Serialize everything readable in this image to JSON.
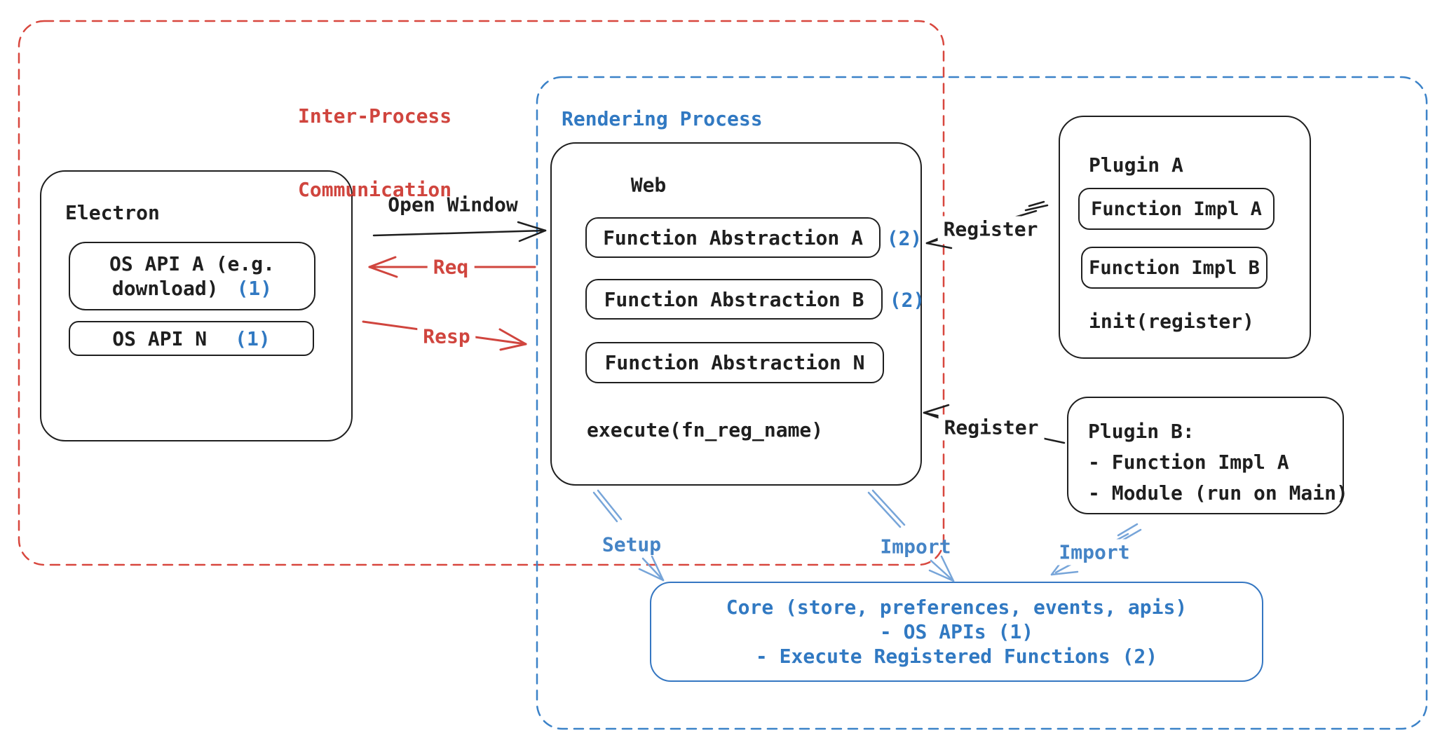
{
  "canvas": {
    "bg": "#ffffff"
  },
  "colors": {
    "red": "#d0453e",
    "blue": "#3179c2",
    "blue_light": "#77a5d9",
    "ink": "#1f1f1f"
  },
  "zones": {
    "ipc": {
      "label_line1": "Inter-Process",
      "label_line2": "Communication"
    },
    "rendering": {
      "label": "Rendering Process"
    }
  },
  "electron": {
    "title": "Electron",
    "os_api_a": {
      "line1": "OS API A (e.g.",
      "line2": "download)",
      "badge": "(1)"
    },
    "os_api_n": {
      "label": "OS API N",
      "badge": "(1)"
    }
  },
  "web": {
    "title": "Web",
    "abstractions": [
      {
        "label": "Function Abstraction A",
        "badge": "(2)"
      },
      {
        "label": "Function Abstraction B",
        "badge": "(2)"
      },
      {
        "label": "Function Abstraction N",
        "badge": ""
      }
    ],
    "execute_label": "execute(fn_reg_name)"
  },
  "plugin_a": {
    "title": "Plugin A",
    "impl_a": "Function Impl A",
    "impl_b": "Function Impl B",
    "init_label": "init(register)"
  },
  "plugin_b": {
    "title": "Plugin B:",
    "item1": "- Function Impl A",
    "item2": "- Module (run on Main)"
  },
  "core": {
    "line1": "Core (store, preferences, events, apis)",
    "line2": "- OS APIs (1)",
    "line3": "- Execute Registered Functions (2)"
  },
  "arrow_labels": {
    "open_window": "Open Window",
    "req": "Req",
    "resp": "Resp",
    "register_top": "Register",
    "register_bottom": "Register",
    "setup": "Setup",
    "import_mid": "Import",
    "import_right": "Import"
  }
}
